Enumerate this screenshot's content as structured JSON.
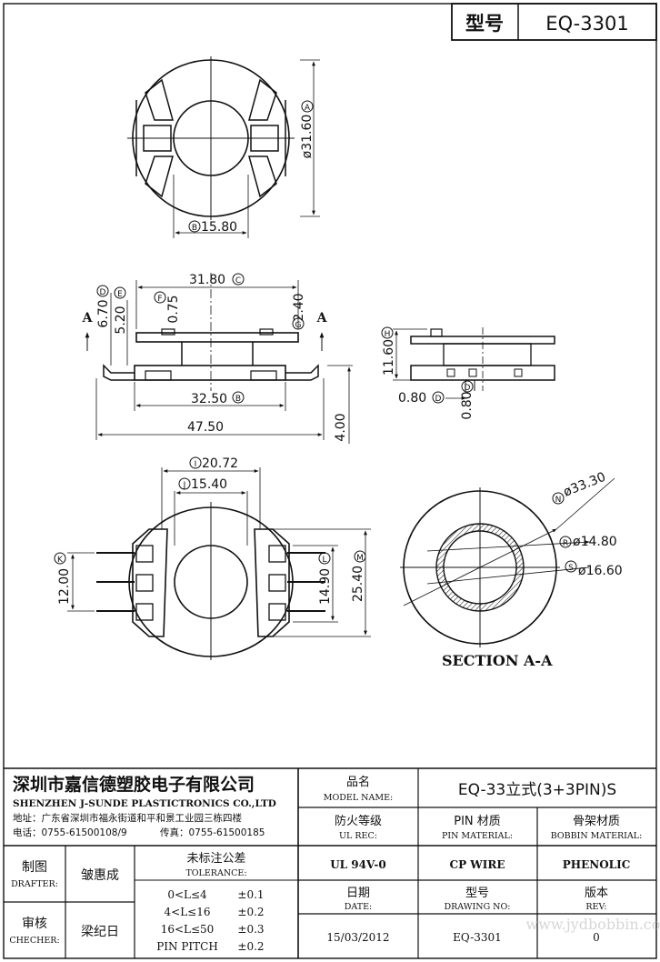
{
  "header": {
    "model_label": "型号",
    "model_value": "EQ-3301"
  },
  "top_view": {
    "dim_outer": "ø31.60",
    "dim_outer_mark": "A",
    "dim_core": "15.80",
    "dim_core_mark": "B"
  },
  "side_view": {
    "dim_top_width": "31.80",
    "dim_top_width_mark": "C",
    "dim_675": "0.75",
    "dim_675_mark": "F",
    "dim_670": "6.70",
    "dim_670_mark": "D",
    "dim_520": "5.20",
    "dim_520_mark": "E",
    "dim_240": "2.40",
    "dim_240_mark": "G",
    "dim_mid": "32.50",
    "dim_mid_mark": "B",
    "dim_bottom": "47.50",
    "dim_height": "4.00",
    "section_marker": "A"
  },
  "end_view": {
    "dim_height": "11.60",
    "dim_height_mark": "H",
    "dim_w1": "0.80",
    "dim_w1_mark": "D",
    "dim_w2": "0.80",
    "dim_w2_mark": "D"
  },
  "bottom_view": {
    "dim_a": "20.72",
    "dim_a_mark": "I",
    "dim_b": "15.40",
    "dim_b_mark": "J",
    "dim_left": "12.00",
    "dim_left_mark": "K",
    "dim_mid": "14.90",
    "dim_mid_mark": "L",
    "dim_right": "25.40",
    "dim_right_mark": "M"
  },
  "section": {
    "title": "SECTION A-A",
    "d1": "ø33.30",
    "d1_mark": "N",
    "d2": "ø14.80",
    "d2_mark": "R",
    "d3": "ø16.60",
    "d3_mark": "S"
  },
  "title_block": {
    "company_cn": "深圳市嘉信德塑胶电子有限公司",
    "company_en": "SHENZHEN J-SUNDE PLASTICTRONICS CO.,LTD",
    "address": "地址：广东省深圳市福永街道和平和景工业园三栋四楼",
    "phone": "电话：0755-61500108/9",
    "fax": "传真：0755-61500185",
    "model_name_cn": "品名",
    "model_name_en": "MODEL NAME:",
    "model_name_value": "EQ-33立式(3+3PIN)S",
    "ul_cn": "防火等级",
    "ul_en": "UL REC:",
    "pin_cn": "PIN 材质",
    "pin_en": "PIN MATERIAL:",
    "bobbin_cn": "骨架材质",
    "bobbin_en": "BOBBIN MATERIAL:",
    "ul_value": "UL 94V-0",
    "pin_value": "CP WIRE",
    "bobbin_value": "PHENOLIC",
    "drafter_cn": "制图",
    "drafter_en": "DRAFTER:",
    "drafter_name": "皱惠成",
    "checker_cn": "审核",
    "checker_en": "CHECHER:",
    "checker_name": "梁纪日",
    "tol_cn": "未标注公差",
    "tol_en": "TOLERANCE:",
    "tol_rows": [
      {
        "range": "0<L≤4",
        "value": "±0.1"
      },
      {
        "range": "4<L≤16",
        "value": "±0.2"
      },
      {
        "range": "16<L≤50",
        "value": "±0.3"
      },
      {
        "range": "PIN PITCH",
        "value": "±0.2"
      }
    ],
    "date_cn": "日期",
    "date_en": "DATE:",
    "date_value": "15/03/2012",
    "drawing_cn": "型号",
    "drawing_en": "DRAWING NO:",
    "drawing_value": "EQ-3301",
    "rev_cn": "版本",
    "rev_en": "REV:",
    "rev_value": "0",
    "watermark": "www.jydbobbin.com"
  }
}
